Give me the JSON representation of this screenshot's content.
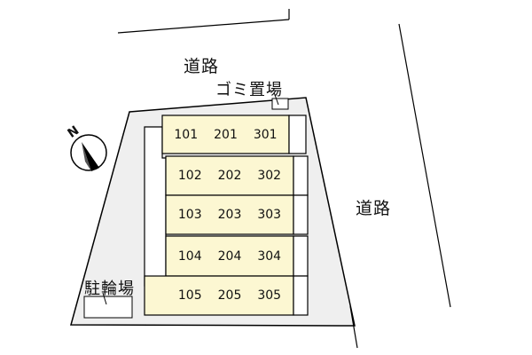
{
  "roads": {
    "top": "道路",
    "right": "道路"
  },
  "facilities": {
    "garbage": "ゴミ置場",
    "bicycle": "駐輪場"
  },
  "compass": {
    "north_letter": "N",
    "icon": "north-arrow-icon"
  },
  "units": [
    [
      "101",
      "201",
      "301"
    ],
    [
      "102",
      "202",
      "302"
    ],
    [
      "103",
      "203",
      "303"
    ],
    [
      "104",
      "204",
      "304"
    ],
    [
      "105",
      "205",
      "305"
    ]
  ],
  "colors": {
    "building_fill": "#fcf7d2",
    "lot_fill": "#efefef",
    "line": "#000000"
  }
}
